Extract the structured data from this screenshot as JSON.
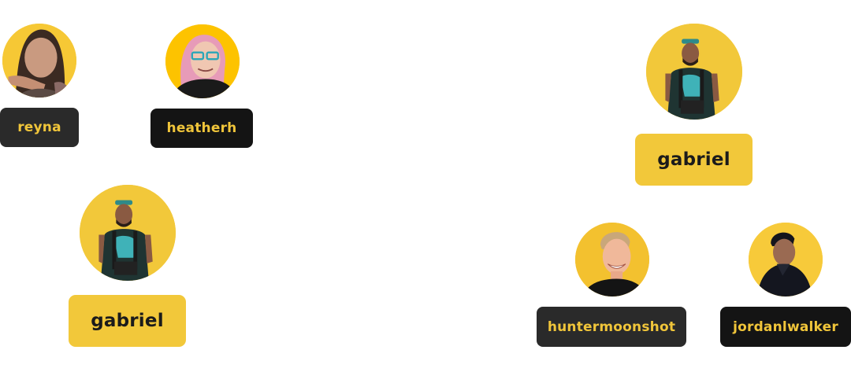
{
  "colors": {
    "avatar_bg": "#f6c835",
    "badge_dark": "#2a2a2a",
    "badge_darker": "#141414",
    "badge_gold": "#f2c83a",
    "text_gold": "#f0c53a",
    "text_dark": "#1b1b1b"
  },
  "people": [
    {
      "id": "reyna",
      "username": "reyna",
      "badge_style": "dark",
      "avatar_icon": "user-photo-reyna"
    },
    {
      "id": "heatherh",
      "username": "heatherh",
      "badge_style": "darker",
      "avatar_icon": "user-photo-heatherh"
    },
    {
      "id": "gabriel_left",
      "username": "gabriel",
      "badge_style": "gold",
      "avatar_icon": "user-photo-gabriel"
    },
    {
      "id": "gabriel_right",
      "username": "gabriel",
      "badge_style": "gold",
      "avatar_icon": "user-photo-gabriel"
    },
    {
      "id": "huntermoonshot",
      "username": "huntermoonshot",
      "badge_style": "dark",
      "avatar_icon": "user-photo-huntermoonshot"
    },
    {
      "id": "jordanlwalker",
      "username": "jordanlwalker",
      "badge_style": "darker",
      "avatar_icon": "user-photo-jordanlwalker"
    }
  ]
}
